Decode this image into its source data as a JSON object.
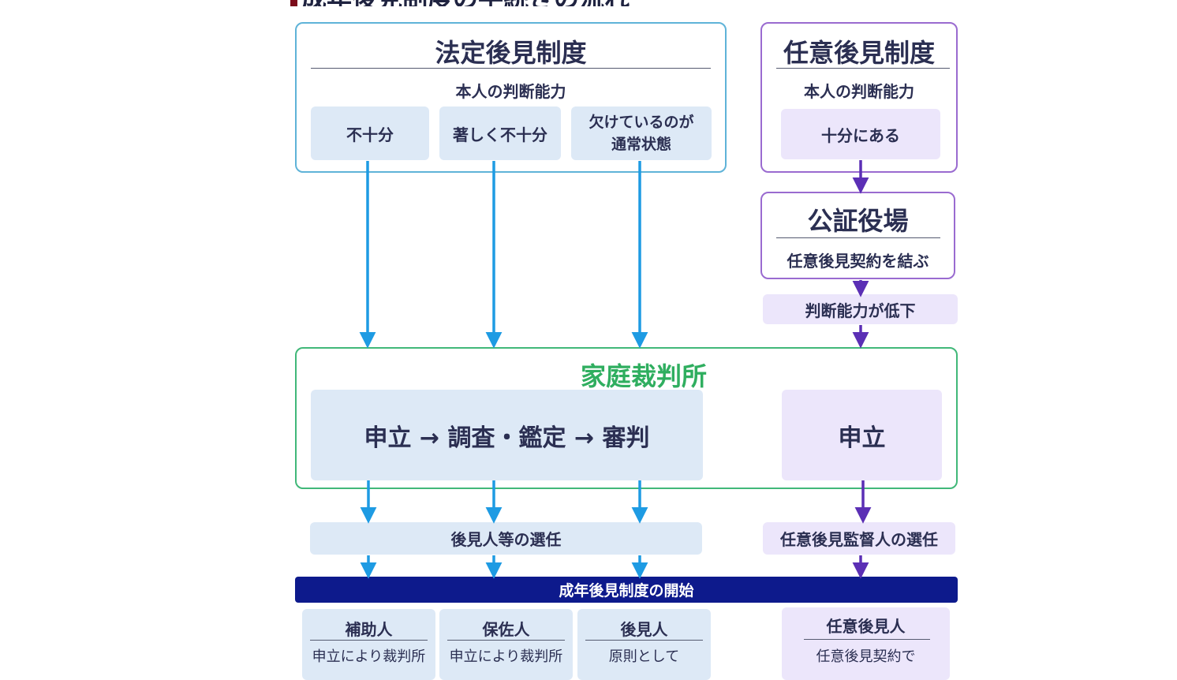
{
  "page_title": "成年後見制度の手続きの流れ",
  "legal": {
    "title": "法定後見制度",
    "subtitle": "本人の判断能力",
    "levels": [
      "不十分",
      "著しく不十分",
      "欠けているのが\n通常状態"
    ]
  },
  "voluntary": {
    "title": "任意後見制度",
    "subtitle": "本人の判断能力",
    "level": "十分にある"
  },
  "notary": {
    "title": "公証役場",
    "subtitle": "任意後見契約を結ぶ"
  },
  "decline": "判断能力が低下",
  "court": {
    "title": "家庭裁判所",
    "legal_process": "申立 → 調査・鑑定 → 審判",
    "voluntary_process": "申立"
  },
  "selection": {
    "legal": "後見人等の選任",
    "voluntary": "任意後見監督人の選任"
  },
  "start_banner": "成年後見制度の開始",
  "roles": [
    {
      "title": "補助人",
      "desc": "申立により裁判所"
    },
    {
      "title": "保佐人",
      "desc": "申立により裁判所"
    },
    {
      "title": "後見人",
      "desc": "原則として"
    },
    {
      "title": "任意後見人",
      "desc": "任意後見契約で"
    }
  ],
  "colors": {
    "legal_arrow": "#1e9be3",
    "voluntary_arrow": "#5b2fb5",
    "court_title": "#2fae5f",
    "banner": "#0d1a8c"
  }
}
